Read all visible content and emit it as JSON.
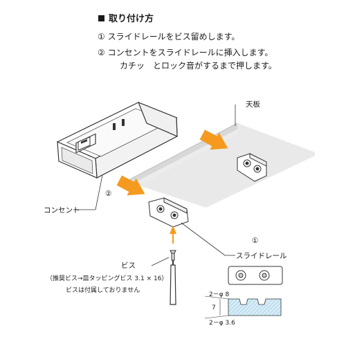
{
  "heading": "取り付け方",
  "steps": [
    "① スライドレールをビス留めします。",
    "② コンセントをスライドレールに挿入します。",
    "カチッ　とロック音がするまで押します。"
  ],
  "labels": {
    "tabletop": "天板",
    "outlet": "コンセント",
    "step2_marker": "②",
    "step1_marker": "①",
    "slide_rail": "スライドレール",
    "screw": "ビス",
    "screw_recommend": "（推奨ビス→皿タッピングビス 3.1 × 16）",
    "screw_note": "ビスは付属しておりません",
    "dim_hole_large": "2－φ 8",
    "dim_hole_small": "2－φ 3.6",
    "dim_height": "7"
  },
  "colors": {
    "arrow": "#f59a1e",
    "panel": "#d9d9d9",
    "hatch": "#cfe6f2",
    "line": "#333333"
  }
}
